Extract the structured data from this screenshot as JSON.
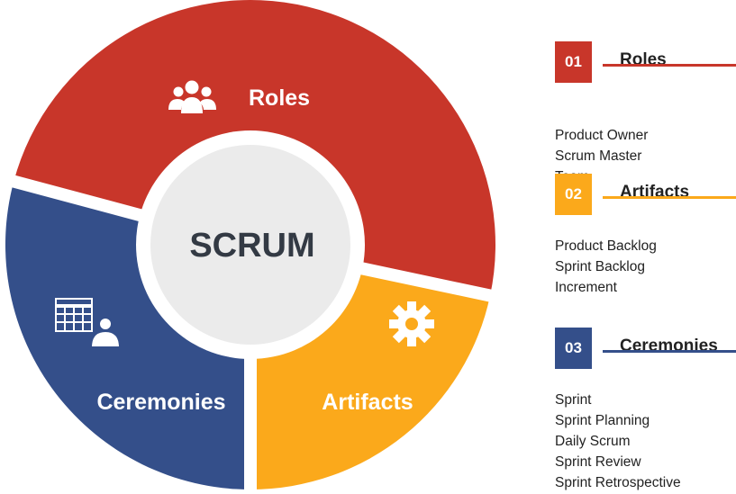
{
  "center": {
    "label": "SCRUM"
  },
  "segments": [
    {
      "key": "roles",
      "label": "Roles",
      "color": "#c8362a",
      "icon": "people-group-icon"
    },
    {
      "key": "artifacts",
      "label": "Artifacts",
      "color": "#fba91b",
      "icon": "gear-icon"
    },
    {
      "key": "ceremonies",
      "label": "Ceremonies",
      "color": "#344f8a",
      "icon": "calendar-person-icon"
    }
  ],
  "legend": [
    {
      "number": "01",
      "title": "Roles",
      "color": "#c8362a",
      "items": [
        "Product Owner",
        "Scrum Master",
        "Team"
      ]
    },
    {
      "number": "02",
      "title": "Artifacts",
      "color": "#fba91b",
      "items": [
        "Product Backlog",
        "Sprint Backlog",
        "Increment"
      ]
    },
    {
      "number": "03",
      "title": "Ceremonies",
      "color": "#344f8a",
      "items": [
        "Sprint",
        "Sprint Planning",
        "Daily Scrum",
        "Sprint Review",
        "Sprint Retrospective"
      ]
    }
  ]
}
